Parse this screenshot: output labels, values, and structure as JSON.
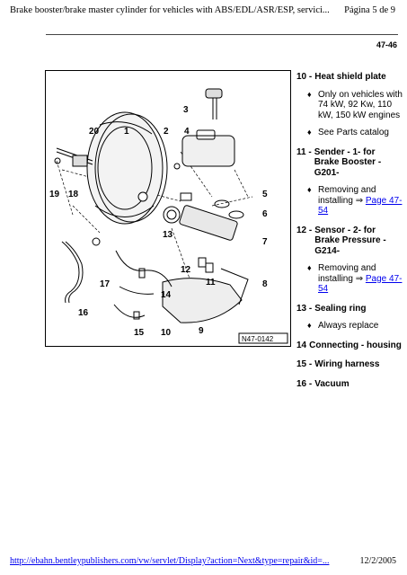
{
  "header": {
    "title": "Brake booster/brake master cylinder for vehicles with ABS/EDL/ASR/ESP, servici...",
    "page": "Página 5 de 9",
    "page_code": "47-46"
  },
  "diagram": {
    "callouts": [
      "20",
      "1",
      "2",
      "3",
      "4",
      "19",
      "18",
      "5",
      "6",
      "7",
      "13",
      "12",
      "11",
      "8",
      "17",
      "16",
      "14",
      "15",
      "10",
      "9"
    ],
    "reference": "N47-0142"
  },
  "legend": [
    {
      "num": "10 -",
      "title": "Heat shield plate",
      "notes": [
        {
          "text": "Only on vehicles with 74 kW, 92 Kw, 110 kW, 150 kW engines"
        },
        {
          "text": "See Parts catalog"
        }
      ]
    },
    {
      "num": "11 -",
      "title": "Sender - 1- for Brake Booster - G201-",
      "notes": [
        {
          "text": "Removing and installing",
          "arrow": "⇒",
          "link": "Page 47-54"
        }
      ]
    },
    {
      "num": "12 -",
      "title": "Sensor - 2- for Brake Pressure -G214-",
      "notes": [
        {
          "text": "Removing and installing",
          "arrow": "⇒",
          "link": "Page 47-54"
        }
      ]
    },
    {
      "num": "13 -",
      "title": "Sealing ring",
      "notes": [
        {
          "text": "Always replace"
        }
      ]
    },
    {
      "num": "14",
      "title": "Connecting - housing",
      "notes": []
    },
    {
      "num": "15 -",
      "title": "Wiring harness",
      "notes": []
    },
    {
      "num": "16 -",
      "title": "Vacuum",
      "notes": []
    }
  ],
  "footer": {
    "url": "http://ebahn.bentleypublishers.com/vw/servlet/Display?action=Next&type=repair&id=...",
    "date": "12/2/2005"
  },
  "icons": {
    "bullet": "diamond-icon"
  }
}
